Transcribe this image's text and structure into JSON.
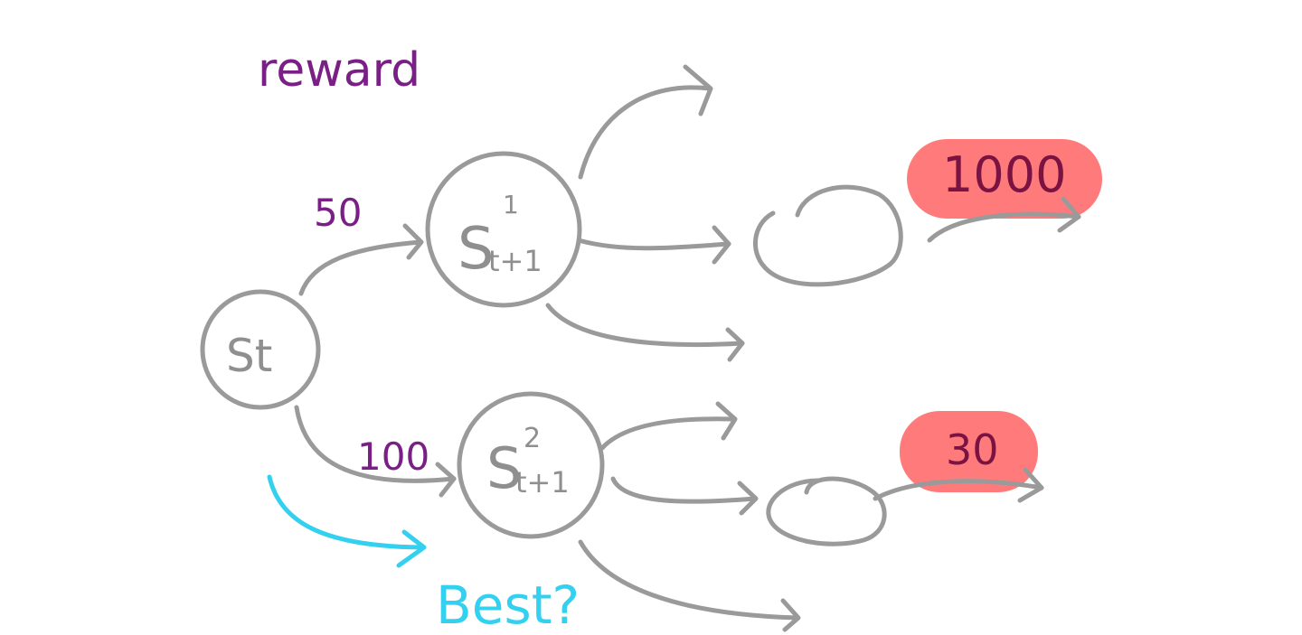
{
  "labels": {
    "title": "reward",
    "root_state": "St",
    "state_a_base": "S",
    "state_a_sup": "1",
    "state_a_sub": "t+1",
    "state_b_base": "S",
    "state_b_sup": "2",
    "state_b_sub": "t+1",
    "reward_a": "50",
    "reward_b": "100",
    "far_reward_a": "1000",
    "far_reward_b": "30",
    "question": "Best?"
  },
  "colors": {
    "gray": "#9a9a9a",
    "purple": "#7a1f86",
    "maroon": "#7a1342",
    "highlight": "#ff7b7b",
    "cyan": "#33d1ef"
  }
}
